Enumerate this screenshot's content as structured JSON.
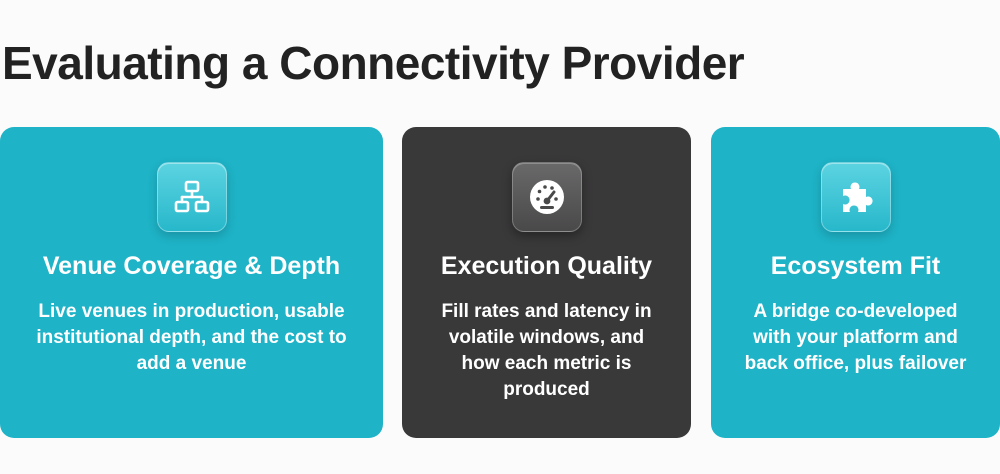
{
  "page": {
    "title": "Evaluating a Connectivity Provider"
  },
  "colors": {
    "background": "#fbfbfb",
    "title_text": "#222222",
    "teal_card": "#1eb3c7",
    "dark_card": "#3a393a",
    "card_text": "#ffffff"
  },
  "cards": [
    {
      "icon": "network-icon",
      "title": "Venue Coverage & Depth",
      "body": "Live venues in production, usable institutional depth, and the cost to add a venue"
    },
    {
      "icon": "speedometer-icon",
      "title": "Execution Quality",
      "body": "Fill rates and latency in volatile windows, and how each metric is produced"
    },
    {
      "icon": "puzzle-piece-icon",
      "title": "Ecosystem Fit",
      "body": "A bridge co-developed with your platform and back office, plus failover"
    }
  ]
}
